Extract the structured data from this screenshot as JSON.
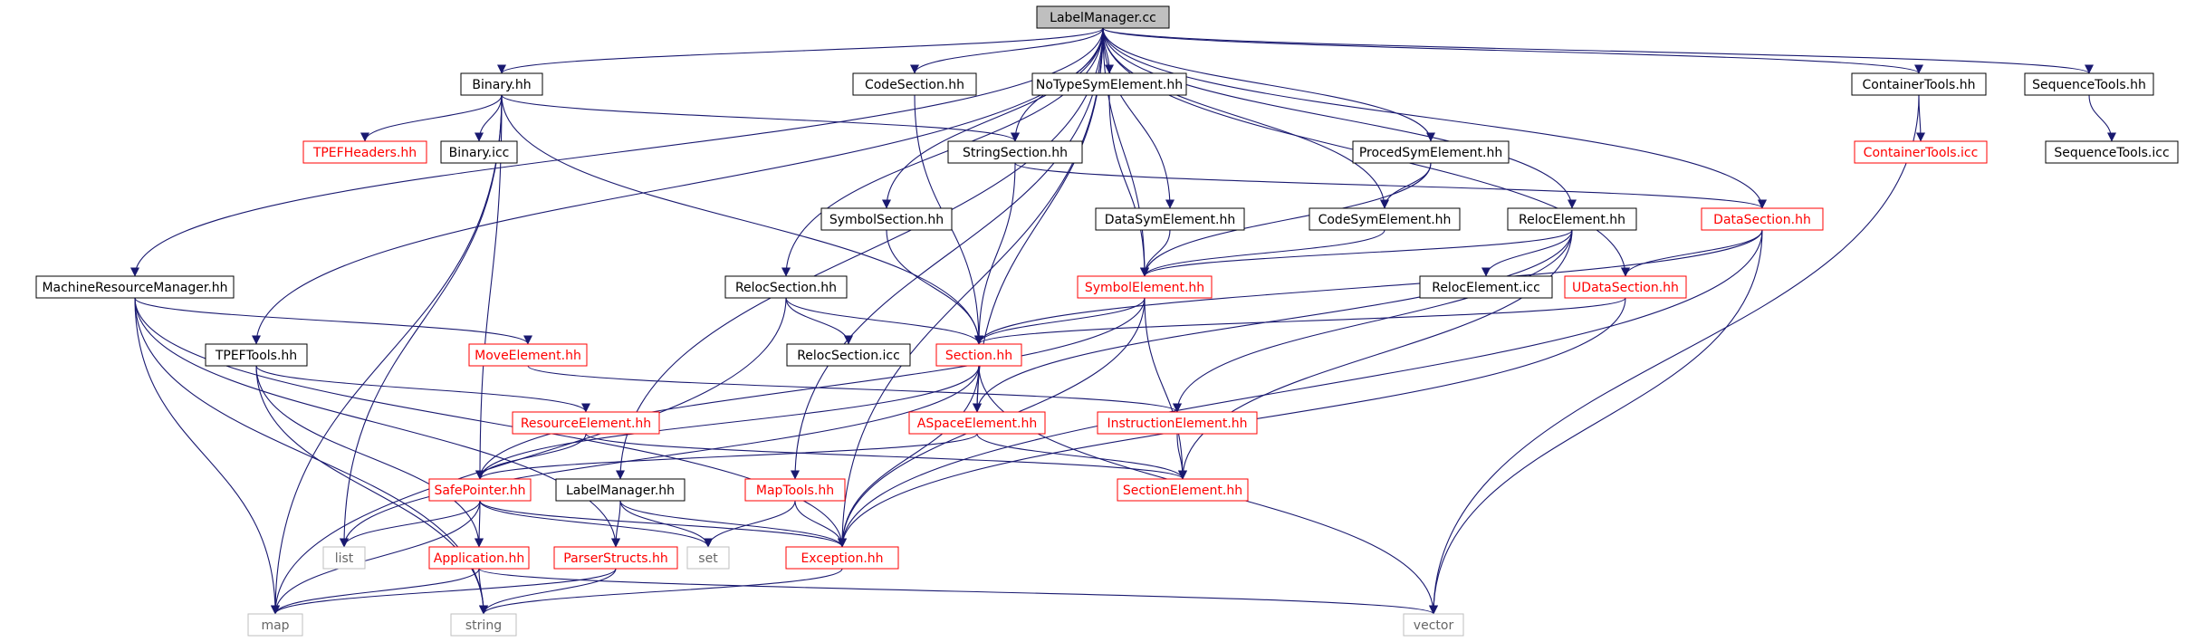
{
  "diagram": {
    "nodes": [
      {
        "id": "labelmanager_cc",
        "label": "LabelManager.cc",
        "style": "root"
      },
      {
        "id": "binary_hh",
        "label": "Binary.hh",
        "style": "normal"
      },
      {
        "id": "codesection_hh",
        "label": "CodeSection.hh",
        "style": "normal"
      },
      {
        "id": "notypesym_hh",
        "label": "NoTypeSymElement.hh",
        "style": "normal"
      },
      {
        "id": "containertools_hh",
        "label": "ContainerTools.hh",
        "style": "normal"
      },
      {
        "id": "sequencetools_hh",
        "label": "SequenceTools.hh",
        "style": "normal"
      },
      {
        "id": "tpefheaders_hh",
        "label": "TPEFHeaders.hh",
        "style": "red"
      },
      {
        "id": "binary_icc",
        "label": "Binary.icc",
        "style": "normal"
      },
      {
        "id": "stringsection_hh",
        "label": "StringSection.hh",
        "style": "normal"
      },
      {
        "id": "procedsym_hh",
        "label": "ProcedSymElement.hh",
        "style": "normal"
      },
      {
        "id": "containertools_icc",
        "label": "ContainerTools.icc",
        "style": "red"
      },
      {
        "id": "sequencetools_icc",
        "label": "SequenceTools.icc",
        "style": "normal"
      },
      {
        "id": "symbolsection_hh",
        "label": "SymbolSection.hh",
        "style": "normal"
      },
      {
        "id": "datasym_hh",
        "label": "DataSymElement.hh",
        "style": "normal"
      },
      {
        "id": "codesym_hh",
        "label": "CodeSymElement.hh",
        "style": "normal"
      },
      {
        "id": "relocelement_hh",
        "label": "RelocElement.hh",
        "style": "normal"
      },
      {
        "id": "datasection_hh",
        "label": "DataSection.hh",
        "style": "red"
      },
      {
        "id": "mrm_hh",
        "label": "MachineResourceManager.hh",
        "style": "normal"
      },
      {
        "id": "relocsection_hh",
        "label": "RelocSection.hh",
        "style": "normal"
      },
      {
        "id": "symbolelement_hh",
        "label": "SymbolElement.hh",
        "style": "red"
      },
      {
        "id": "relocelement_icc",
        "label": "RelocElement.icc",
        "style": "normal"
      },
      {
        "id": "udatasection_hh",
        "label": "UDataSection.hh",
        "style": "red"
      },
      {
        "id": "tpeftools_hh",
        "label": "TPEFTools.hh",
        "style": "normal"
      },
      {
        "id": "moveelement_hh",
        "label": "MoveElement.hh",
        "style": "red"
      },
      {
        "id": "relocsection_icc",
        "label": "RelocSection.icc",
        "style": "normal"
      },
      {
        "id": "section_hh",
        "label": "Section.hh",
        "style": "red"
      },
      {
        "id": "resourceelement_hh",
        "label": "ResourceElement.hh",
        "style": "red"
      },
      {
        "id": "aspaceelement_hh",
        "label": "ASpaceElement.hh",
        "style": "red"
      },
      {
        "id": "instructionelement_hh",
        "label": "InstructionElement.hh",
        "style": "red"
      },
      {
        "id": "safepointer_hh",
        "label": "SafePointer.hh",
        "style": "red"
      },
      {
        "id": "labelmanager_hh",
        "label": "LabelManager.hh",
        "style": "normal"
      },
      {
        "id": "maptools_hh",
        "label": "MapTools.hh",
        "style": "red"
      },
      {
        "id": "sectionelement_hh",
        "label": "SectionElement.hh",
        "style": "red"
      },
      {
        "id": "list",
        "label": "list",
        "style": "gray"
      },
      {
        "id": "application_hh",
        "label": "Application.hh",
        "style": "red"
      },
      {
        "id": "parserstructs_hh",
        "label": "ParserStructs.hh",
        "style": "red"
      },
      {
        "id": "set",
        "label": "set",
        "style": "gray"
      },
      {
        "id": "exception_hh",
        "label": "Exception.hh",
        "style": "red"
      },
      {
        "id": "map",
        "label": "map",
        "style": "gray"
      },
      {
        "id": "string",
        "label": "string",
        "style": "gray"
      },
      {
        "id": "vector",
        "label": "vector",
        "style": "gray"
      }
    ],
    "edges": [
      [
        "labelmanager_cc",
        "binary_hh"
      ],
      [
        "labelmanager_cc",
        "codesection_hh"
      ],
      [
        "labelmanager_cc",
        "notypesym_hh"
      ],
      [
        "labelmanager_cc",
        "containertools_hh"
      ],
      [
        "labelmanager_cc",
        "sequencetools_hh"
      ],
      [
        "labelmanager_cc",
        "stringsection_hh"
      ],
      [
        "labelmanager_cc",
        "procedsym_hh"
      ],
      [
        "labelmanager_cc",
        "symbolsection_hh"
      ],
      [
        "labelmanager_cc",
        "datasym_hh"
      ],
      [
        "labelmanager_cc",
        "codesym_hh"
      ],
      [
        "labelmanager_cc",
        "relocelement_hh"
      ],
      [
        "labelmanager_cc",
        "datasection_hh"
      ],
      [
        "labelmanager_cc",
        "mrm_hh"
      ],
      [
        "labelmanager_cc",
        "relocsection_hh"
      ],
      [
        "labelmanager_cc",
        "symbolelement_hh"
      ],
      [
        "labelmanager_cc",
        "udatasection_hh"
      ],
      [
        "labelmanager_cc",
        "tpeftools_hh"
      ],
      [
        "labelmanager_cc",
        "aspaceelement_hh"
      ],
      [
        "labelmanager_cc",
        "labelmanager_hh"
      ],
      [
        "labelmanager_cc",
        "maptools_hh"
      ],
      [
        "labelmanager_cc",
        "exception_hh"
      ],
      [
        "binary_hh",
        "tpefheaders_hh"
      ],
      [
        "binary_hh",
        "binary_icc"
      ],
      [
        "binary_hh",
        "stringsection_hh"
      ],
      [
        "binary_hh",
        "section_hh"
      ],
      [
        "binary_hh",
        "safepointer_hh"
      ],
      [
        "binary_hh",
        "list"
      ],
      [
        "binary_hh",
        "map"
      ],
      [
        "codesection_hh",
        "section_hh"
      ],
      [
        "notypesym_hh",
        "symbolelement_hh"
      ],
      [
        "containertools_hh",
        "containertools_icc"
      ],
      [
        "containertools_hh",
        "vector"
      ],
      [
        "sequencetools_hh",
        "sequencetools_icc"
      ],
      [
        "stringsection_hh",
        "section_hh"
      ],
      [
        "stringsection_hh",
        "datasection_hh"
      ],
      [
        "procedsym_hh",
        "codesym_hh"
      ],
      [
        "procedsym_hh",
        "symbolelement_hh"
      ],
      [
        "symbolsection_hh",
        "section_hh"
      ],
      [
        "datasym_hh",
        "symbolelement_hh"
      ],
      [
        "codesym_hh",
        "symbolelement_hh"
      ],
      [
        "relocelement_hh",
        "relocelement_icc"
      ],
      [
        "relocelement_hh",
        "symbolelement_hh"
      ],
      [
        "relocelement_hh",
        "aspaceelement_hh"
      ],
      [
        "relocelement_hh",
        "instructionelement_hh"
      ],
      [
        "relocelement_hh",
        "sectionelement_hh"
      ],
      [
        "datasection_hh",
        "udatasection_hh"
      ],
      [
        "datasection_hh",
        "section_hh"
      ],
      [
        "datasection_hh",
        "exception_hh"
      ],
      [
        "datasection_hh",
        "vector"
      ],
      [
        "mrm_hh",
        "moveelement_hh"
      ],
      [
        "mrm_hh",
        "parserstructs_hh"
      ],
      [
        "mrm_hh",
        "exception_hh"
      ],
      [
        "mrm_hh",
        "map"
      ],
      [
        "mrm_hh",
        "string"
      ],
      [
        "relocsection_hh",
        "relocsection_icc"
      ],
      [
        "relocsection_hh",
        "section_hh"
      ],
      [
        "relocsection_hh",
        "map"
      ],
      [
        "symbolelement_hh",
        "section_hh"
      ],
      [
        "symbolelement_hh",
        "safepointer_hh"
      ],
      [
        "symbolelement_hh",
        "sectionelement_hh"
      ],
      [
        "symbolelement_hh",
        "exception_hh"
      ],
      [
        "udatasection_hh",
        "section_hh"
      ],
      [
        "udatasection_hh",
        "exception_hh"
      ],
      [
        "tpeftools_hh",
        "resourceelement_hh"
      ],
      [
        "tpeftools_hh",
        "application_hh"
      ],
      [
        "tpeftools_hh",
        "string"
      ],
      [
        "moveelement_hh",
        "instructionelement_hh"
      ],
      [
        "section_hh",
        "aspaceelement_hh"
      ],
      [
        "section_hh",
        "safepointer_hh"
      ],
      [
        "section_hh",
        "exception_hh"
      ],
      [
        "section_hh",
        "list"
      ],
      [
        "section_hh",
        "vector"
      ],
      [
        "resourceelement_hh",
        "safepointer_hh"
      ],
      [
        "resourceelement_hh",
        "sectionelement_hh"
      ],
      [
        "aspaceelement_hh",
        "safepointer_hh"
      ],
      [
        "aspaceelement_hh",
        "sectionelement_hh"
      ],
      [
        "instructionelement_hh",
        "sectionelement_hh"
      ],
      [
        "safepointer_hh",
        "list"
      ],
      [
        "safepointer_hh",
        "set"
      ],
      [
        "safepointer_hh",
        "application_hh"
      ],
      [
        "safepointer_hh",
        "exception_hh"
      ],
      [
        "safepointer_hh",
        "map"
      ],
      [
        "labelmanager_hh",
        "parserstructs_hh"
      ],
      [
        "labelmanager_hh",
        "set"
      ],
      [
        "labelmanager_hh",
        "exception_hh"
      ],
      [
        "maptools_hh",
        "set"
      ],
      [
        "maptools_hh",
        "exception_hh"
      ],
      [
        "application_hh",
        "map"
      ],
      [
        "application_hh",
        "string"
      ],
      [
        "application_hh",
        "vector"
      ],
      [
        "parserstructs_hh",
        "map"
      ],
      [
        "parserstructs_hh",
        "string"
      ],
      [
        "exception_hh",
        "string"
      ]
    ]
  }
}
